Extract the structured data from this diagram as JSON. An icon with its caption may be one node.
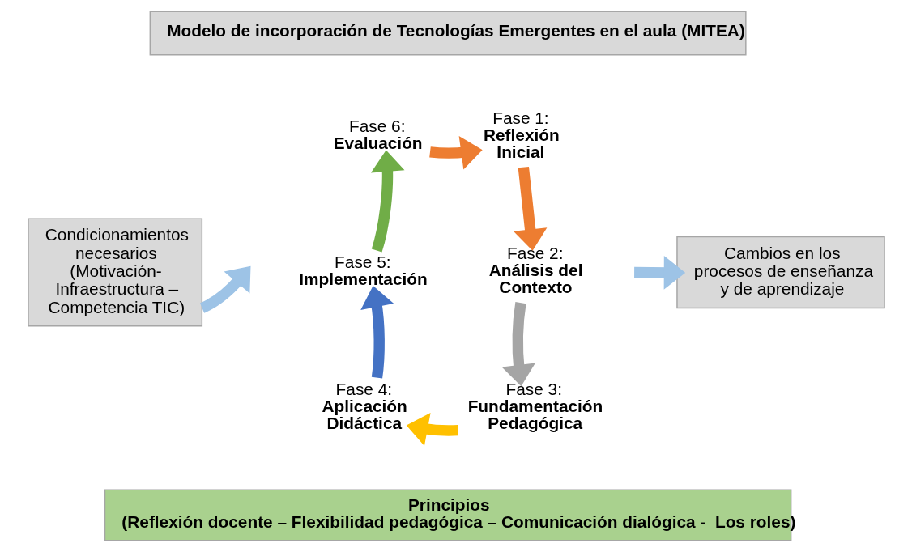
{
  "diagram": {
    "nodes": [
      {
        "text": [
          "Modelo de incorporación de Tecnologías Emergentes en el aula (MITEA)"
        ]
      },
      {
        "text": [
          "Condicionamientos necesarios (Motivación- Infraestructura – Competencia TIC)"
        ]
      },
      {
        "text": [
          "Cambios en los procesos de enseñanza y de aprendizaje"
        ]
      },
      {
        "text": [
          "Fase 1:",
          "Reflexión Inicial"
        ]
      },
      {
        "text": [
          "Fase 2:",
          "Análisis del Contexto"
        ]
      },
      {
        "text": [
          "Fase 3:",
          "Fundamentación Pedagógica"
        ]
      },
      {
        "text": [
          "Fase 4:",
          "Aplicación Didáctica"
        ]
      },
      {
        "text": [
          "Fase 5:",
          "Implementación"
        ]
      },
      {
        "text": [
          "Fase 6:",
          "Evaluación"
        ]
      },
      {
        "text": [
          "Principios",
          "(Reflexión docente – Flexibilidad pedagógica – Comunicación dialógica -  Los roles)"
        ]
      }
    ],
    "edges": [
      {
        "from": 8,
        "to": 3,
        "arrow": "to",
        "color": "#ed7d31"
      },
      {
        "from": 3,
        "to": 4,
        "arrow": "to",
        "color": "#ed7d31"
      },
      {
        "from": 4,
        "to": 5,
        "arrow": "to",
        "color": "#a5a5a5"
      },
      {
        "from": 5,
        "to": 6,
        "arrow": "to",
        "color": "#ffc000"
      },
      {
        "from": 6,
        "to": 7,
        "arrow": "to",
        "color": "#4472c4"
      },
      {
        "from": 7,
        "to": 8,
        "arrow": "to",
        "color": "#70ad47"
      },
      {
        "from": 1,
        "to": null,
        "arrow": "to",
        "color": "#9dc3e6"
      },
      {
        "from": null,
        "to": 2,
        "arrow": "to",
        "color": "#9dc3e6"
      }
    ]
  }
}
